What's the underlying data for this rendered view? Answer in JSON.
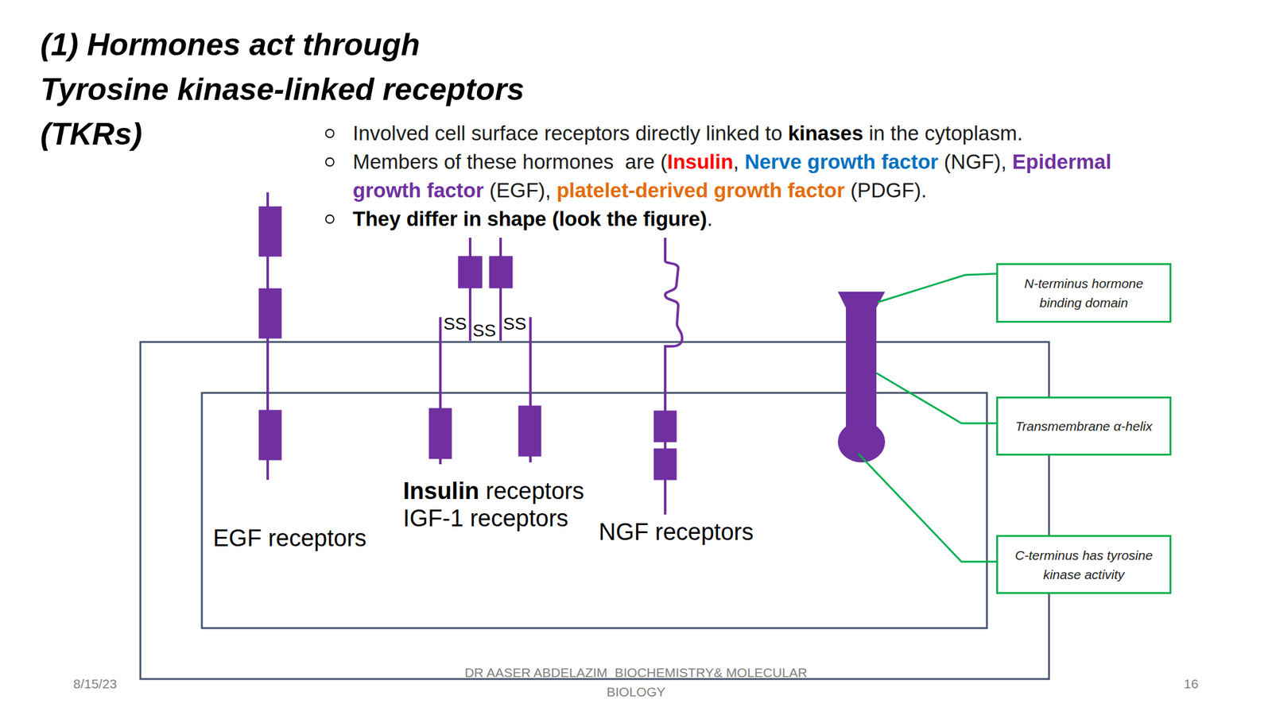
{
  "diagram": {
    "title": "(1) Hormones act through Tyrosine kinase-linked receptors (TKRs)",
    "nodes": [
      {
        "text": [
          "N-terminus hormone binding domain"
        ]
      },
      {
        "text": [
          "Transmembrane α-helix"
        ]
      },
      {
        "text": [
          "C-terminus has tyrosine kinase activity"
        ]
      }
    ],
    "labels": [
      "Involved cell surface receptors directly linked to",
      "kinases",
      "in the cytoplasm.",
      "Members of these hormones  are (",
      "Insulin",
      ",",
      "Nerve growth factor",
      "(NGF),",
      "Epidermal growth factor",
      "(EGF),",
      "platelet-derived growth factor",
      "(PDGF).",
      "They differ in shape (look the figure)",
      ".",
      "SS",
      "SS",
      "SS",
      "Insulin",
      "receptors",
      "IGF-1 receptors",
      "EGF receptors",
      "NGF receptors",
      "8/15/23",
      "DR AASER ABDELAZIM  BIOCHEMISTRY& MOLECULAR BIOLOGY",
      "16"
    ]
  }
}
